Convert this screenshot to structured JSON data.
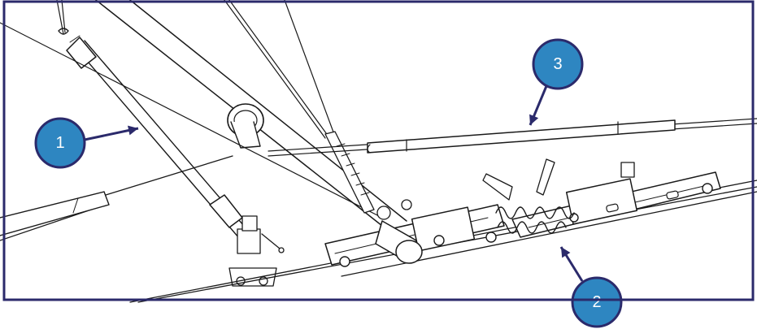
{
  "diagram": {
    "frame_color": "#2b2a6b",
    "callout_fill": "#2e86c1",
    "callout_border": "#2b2a6b",
    "arrow_color": "#2b2a6b",
    "line_color": "#1a1a1a",
    "callouts": [
      {
        "label": "1",
        "target": "insulated-support-tube"
      },
      {
        "label": "2",
        "target": "sectional-insulator-assembly"
      },
      {
        "label": "3",
        "target": "catenary-wire-insulator"
      }
    ]
  }
}
